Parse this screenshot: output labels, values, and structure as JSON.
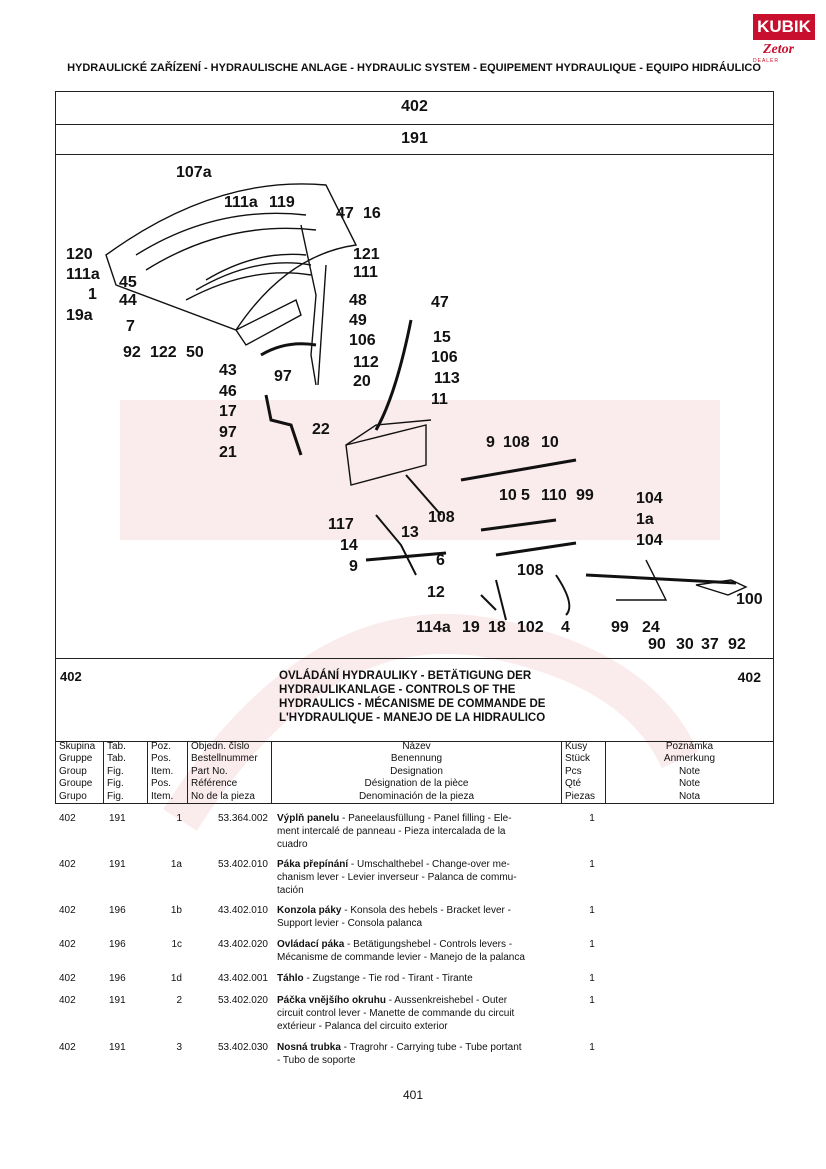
{
  "logo": {
    "brand": "KUBIK",
    "sub": "Zetor",
    "dealer": "DEALER"
  },
  "header": {
    "title": "HYDRAULICKÉ ZAŘÍZENÍ - HYDRAULISCHE ANLAGE - HYDRAULIC SYSTEM - EQUIPEMENT HYDRAULIQUE - EQUIPO HIDRÁULICO",
    "group": "402",
    "table": "191"
  },
  "diagram": {
    "callouts": [
      "107a",
      "111a",
      "119",
      "47",
      "16",
      "120",
      "111a",
      "1",
      "19a",
      "45",
      "44",
      "121",
      "111",
      "48",
      "47",
      "7",
      "49",
      "15",
      "92",
      "122",
      "50",
      "106",
      "106",
      "43",
      "97",
      "112",
      "113",
      "46",
      "20",
      "11",
      "17",
      "97",
      "22",
      "9",
      "108",
      "10",
      "21",
      "10",
      "5",
      "110",
      "99",
      "104",
      "117",
      "108",
      "1a",
      "14",
      "13",
      "104",
      "9",
      "6",
      "108",
      "12",
      "114a",
      "19",
      "18",
      "102",
      "4",
      "99",
      "24",
      "100",
      "90",
      "30",
      "37",
      "92"
    ]
  },
  "section": {
    "group_left": "402",
    "group_right": "402",
    "title": "OVLÁDÁNÍ HYDRAULIKY - BETÄTIGUNG DER HYDRAULIKANLAGE - CONTROLS OF THE HYDRAULICS - MÉCANISME DE COMMANDE DE L'HYDRAULIQUE - MANEJO DE LA HIDRAULICO"
  },
  "columns": {
    "group": [
      "Skupina",
      "Gruppe",
      "Group",
      "Groupe",
      "Grupo"
    ],
    "table": [
      "Tab.",
      "Tab.",
      "Fig.",
      "Fig.",
      "Fig."
    ],
    "pos": [
      "Poz.",
      "Pos.",
      "Item.",
      "Pos.",
      "Item."
    ],
    "partno": [
      "Objedn. číslo",
      "Bestellnummer",
      "Part No.",
      "Référence",
      "No de la pieza"
    ],
    "name": [
      "Název",
      "Benennung",
      "Designation",
      "Désignation de la pièce",
      "Denominación de la pieza"
    ],
    "qty": [
      "Kusy",
      "Stück",
      "Pcs",
      "Qté",
      "Piezas"
    ],
    "note": [
      "Poznámka",
      "Anmerkung",
      "Note",
      "Note",
      "Nota"
    ]
  },
  "rows": [
    {
      "group": "402",
      "table": "191",
      "pos": "1",
      "part": "53.364.002",
      "name_bold": "Výplň panelu",
      "name_rest": " - Paneelausfüllung - Panel filling - Ele-",
      "lines": [
        "ment intercalé de panneau - Pieza intercalada de la",
        "cuadro"
      ],
      "qty": "1"
    },
    {
      "group": "402",
      "table": "191",
      "pos": "1a",
      "part": "53.402.010",
      "name_bold": "Páka přepínání",
      "name_rest": " - Umschalthebel - Change-over me-",
      "lines": [
        "chanism lever - Levier inverseur - Palanca de commu-",
        "tación"
      ],
      "qty": "1"
    },
    {
      "group": "402",
      "table": "196",
      "pos": "1b",
      "part": "43.402.010",
      "name_bold": "Konzola páky",
      "name_rest": " - Konsola des hebels - Bracket lever -",
      "lines": [
        "Support levier - Consola palanca"
      ],
      "qty": "1"
    },
    {
      "group": "402",
      "table": "196",
      "pos": "1c",
      "part": "43.402.020",
      "name_bold": "Ovládací páka",
      "name_rest": " - Betätigungshebel - Controls levers -",
      "lines": [
        "Mécanisme de commande levier - Manejo de la palanca"
      ],
      "qty": "1"
    },
    {
      "group": "402",
      "table": "196",
      "pos": "1d",
      "part": "43.402.001",
      "name_bold": "Táhlo",
      "name_rest": " - Zugstange - Tie rod - Tirant - Tirante",
      "lines": [],
      "qty": "1"
    },
    {
      "group": "402",
      "table": "191",
      "pos": "2",
      "part": "53.402.020",
      "name_bold": "Páčka vnějšího okruhu",
      "name_rest": " - Aussenkreishebel - Outer",
      "lines": [
        "circuit control lever - Manette de commande du circuit",
        "extérieur - Palanca del circuito exterior"
      ],
      "qty": "1"
    },
    {
      "group": "402",
      "table": "191",
      "pos": "3",
      "part": "53.402.030",
      "name_bold": "Nosná trubka",
      "name_rest": " - Tragrohr - Carrying tube - Tube portant",
      "lines": [
        "- Tubo de soporte"
      ],
      "qty": "1"
    }
  ],
  "page_number": "401"
}
